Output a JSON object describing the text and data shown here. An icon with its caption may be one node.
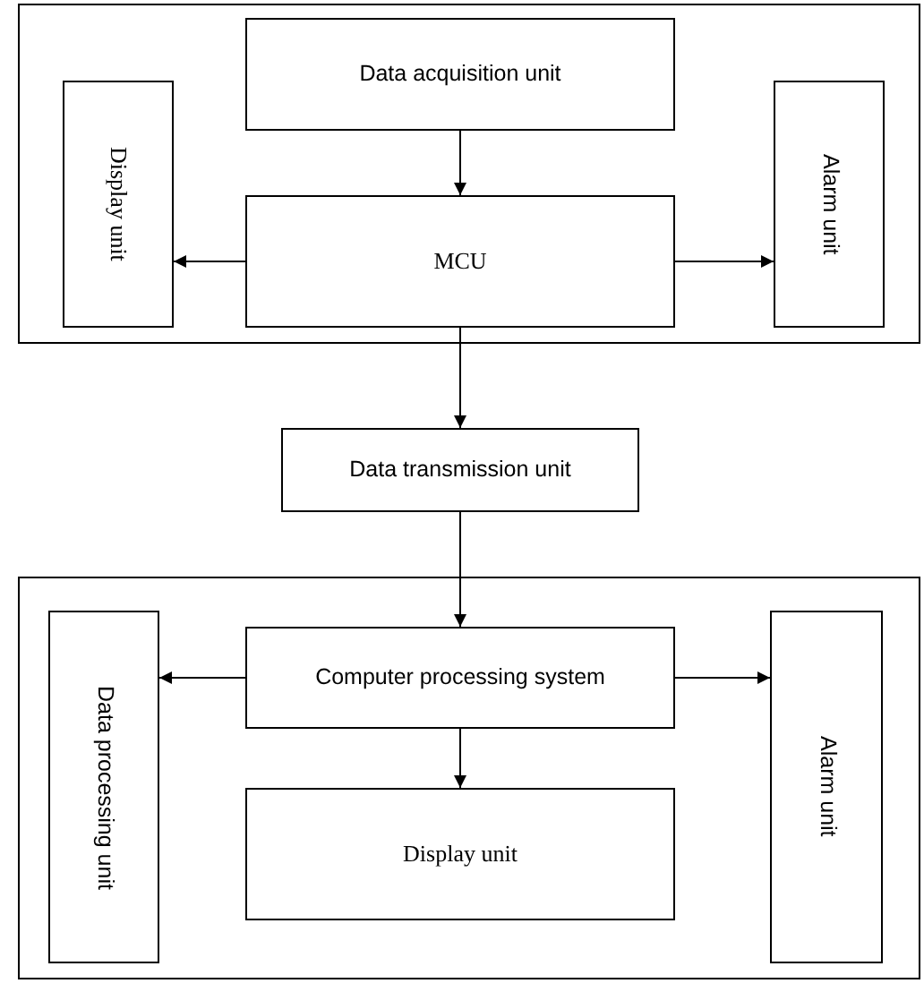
{
  "diagram": {
    "nodes": [
      {
        "text": [],
        "shape": "box"
      },
      {
        "text": [
          "Data acquisition unit"
        ],
        "in": 0
      },
      {
        "text": [
          "Display unit"
        ],
        "in": 0
      },
      {
        "text": [
          "MCU"
        ],
        "in": 0
      },
      {
        "text": [
          "Alarm unit"
        ],
        "in": 0
      },
      {
        "text": [
          "Data transmission unit"
        ]
      },
      {
        "text": [],
        "shape": "box"
      },
      {
        "text": [
          "Data processing unit"
        ],
        "in": 6
      },
      {
        "text": [
          "Computer processing system"
        ],
        "in": 6
      },
      {
        "text": [
          "Alarm unit"
        ],
        "in": 6
      },
      {
        "text": [
          "Display unit"
        ],
        "in": 6
      }
    ],
    "edges": [
      {
        "from": 1,
        "to": 3,
        "arrow": "to"
      },
      {
        "from": 3,
        "to": 2,
        "arrow": "to"
      },
      {
        "from": 3,
        "to": 4,
        "arrow": "to"
      },
      {
        "from": 3,
        "to": 5,
        "arrow": "to"
      },
      {
        "from": 5,
        "to": 8,
        "arrow": "to"
      },
      {
        "from": 8,
        "to": 7,
        "arrow": "to"
      },
      {
        "from": 8,
        "to": 9,
        "arrow": "to"
      },
      {
        "from": 8,
        "to": 10,
        "arrow": "to"
      }
    ]
  }
}
